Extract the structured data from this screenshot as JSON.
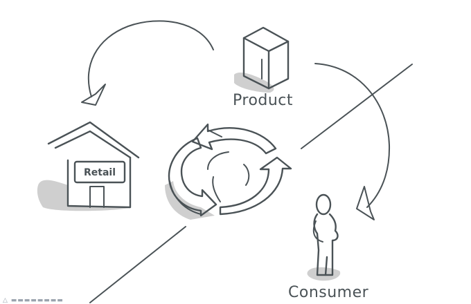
{
  "diagram": {
    "nodes": {
      "product": "Product",
      "retail": "Retail",
      "consumer": "Consumer"
    }
  }
}
